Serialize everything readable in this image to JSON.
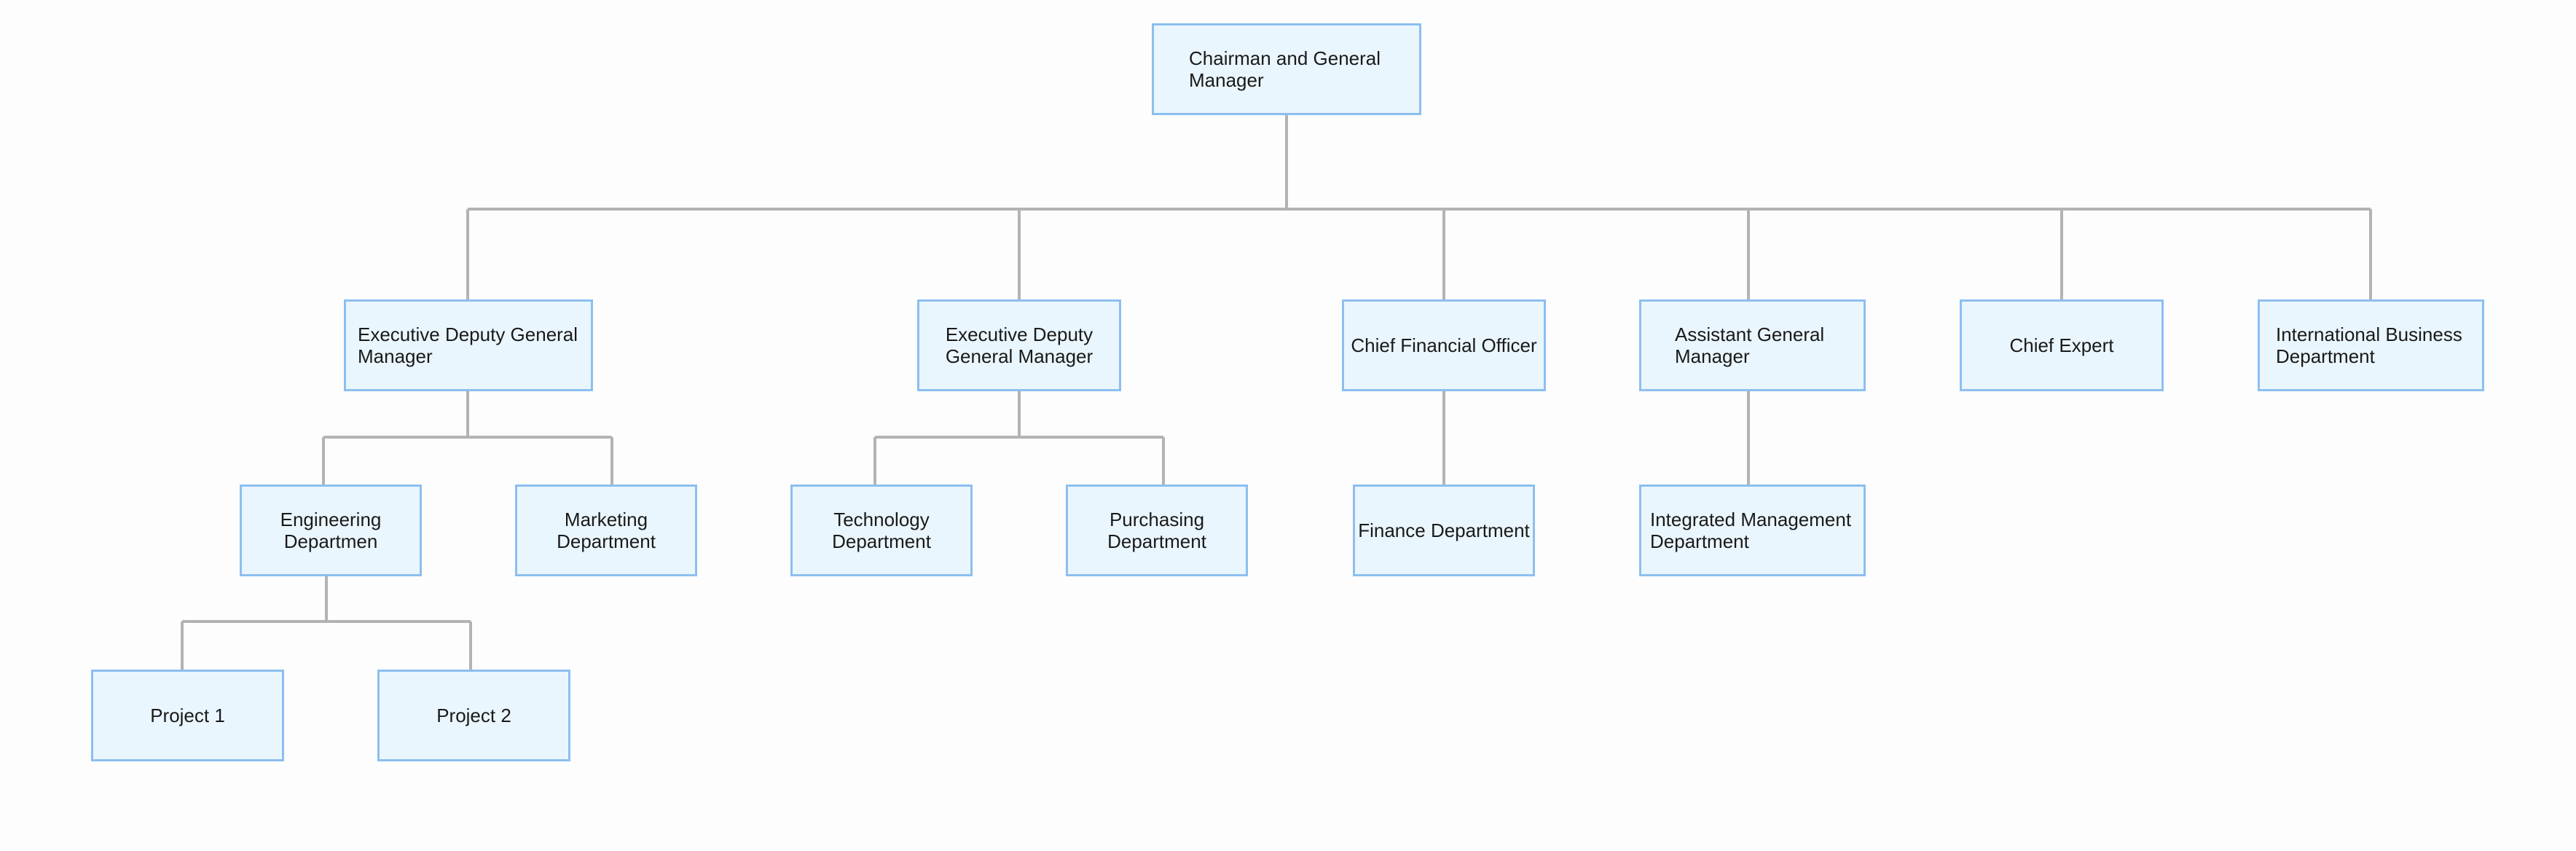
{
  "org_chart": {
    "root": {
      "label": "Chairman and General Manager"
    },
    "level2": [
      {
        "key": "edgm1",
        "label": "Executive Deputy General Manager"
      },
      {
        "key": "edgm2",
        "label": "Executive Deputy General Manager"
      },
      {
        "key": "cfo",
        "label": "Chief Financial Officer"
      },
      {
        "key": "agm",
        "label": "Assistant General Manager"
      },
      {
        "key": "ce",
        "label": "Chief Expert"
      },
      {
        "key": "ibd",
        "label": "International Business Department"
      }
    ],
    "level3": [
      {
        "key": "eng",
        "label": "Engineering Departmen",
        "parent": "edgm1"
      },
      {
        "key": "mkt",
        "label": "Marketing Department",
        "parent": "edgm1"
      },
      {
        "key": "tech",
        "label": "Technology Department",
        "parent": "edgm2"
      },
      {
        "key": "pur",
        "label": "Purchasing Department",
        "parent": "edgm2"
      },
      {
        "key": "fin",
        "label": "Finance Department",
        "parent": "cfo"
      },
      {
        "key": "img",
        "label": "Integrated Management Department",
        "parent": "agm"
      }
    ],
    "level4": [
      {
        "key": "p1",
        "label": "Project 1",
        "parent": "eng"
      },
      {
        "key": "p2",
        "label": "Project 2",
        "parent": "eng"
      }
    ]
  },
  "colors": {
    "node_fill": "#eaf6fd",
    "node_border": "#8cbff0",
    "connector": "#b3b3b3",
    "text": "#1a1a1a",
    "background": "#fdfdfd"
  }
}
